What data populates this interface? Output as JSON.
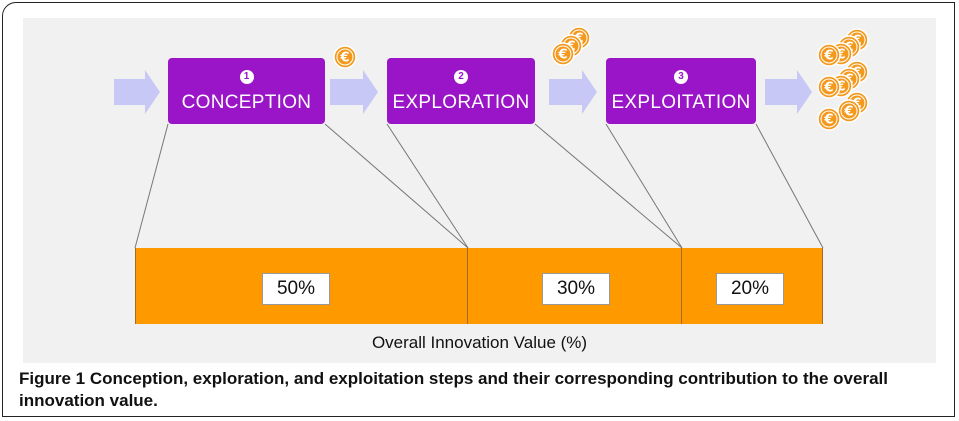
{
  "steps": [
    {
      "number": "1",
      "label": "CONCEPTION"
    },
    {
      "number": "2",
      "label": "EXPLORATION"
    },
    {
      "number": "3",
      "label": "EXPLOITATION"
    }
  ],
  "coin_symbol": "€",
  "coin_icon": "euro-coin-icon",
  "colors": {
    "step_fill": "#9915c7",
    "arrow_fill": "#c7c8f5",
    "bar_fill": "#ff9900",
    "coin_fill": "#f39a1e"
  },
  "chart_data": {
    "type": "bar",
    "categories": [
      "CONCEPTION",
      "EXPLORATION",
      "EXPLOITATION"
    ],
    "values": [
      50,
      30,
      20
    ],
    "value_labels": [
      "50%",
      "30%",
      "20%"
    ],
    "xlabel": "Overall Innovation Value (%)",
    "stacked": true,
    "coins_per_step_after": [
      1,
      3,
      9
    ]
  },
  "caption": {
    "figure_label": "Figure 1",
    "text": "Conception, exploration, and exploitation steps and their corresponding contribution to the overall innovation value."
  }
}
